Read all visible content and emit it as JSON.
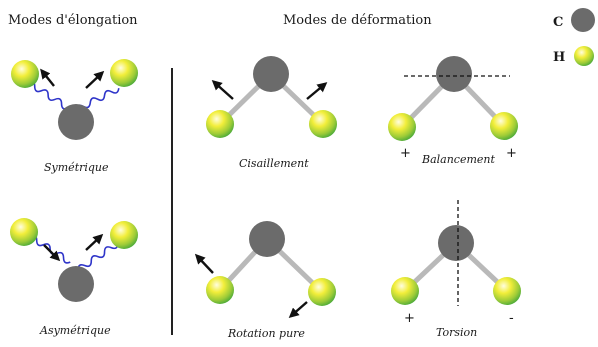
{
  "headings": {
    "stretching": "Modes d'élongation",
    "bending": "Modes de déformation"
  },
  "captions": {
    "symmetric": "Symétrique",
    "asymmetric": "Asymétrique",
    "scissoring": "Cisaillement",
    "rocking": "Balancement",
    "pure_rotation": "Rotation pure",
    "torsion": "Torsion"
  },
  "signs": {
    "rocking_left": "+",
    "rocking_right": "+",
    "torsion_left": "+",
    "torsion_right": "-"
  },
  "legend": {
    "carbon": "C",
    "hydrogen": "H"
  },
  "colors": {
    "carbon": "#6b6b6b",
    "hydrogen_yellow": "#f2ee3a",
    "hydrogen_green": "#49b13c",
    "spring": "#2f35c9",
    "bond": "#b9b9b9",
    "arrow": "#111111"
  }
}
